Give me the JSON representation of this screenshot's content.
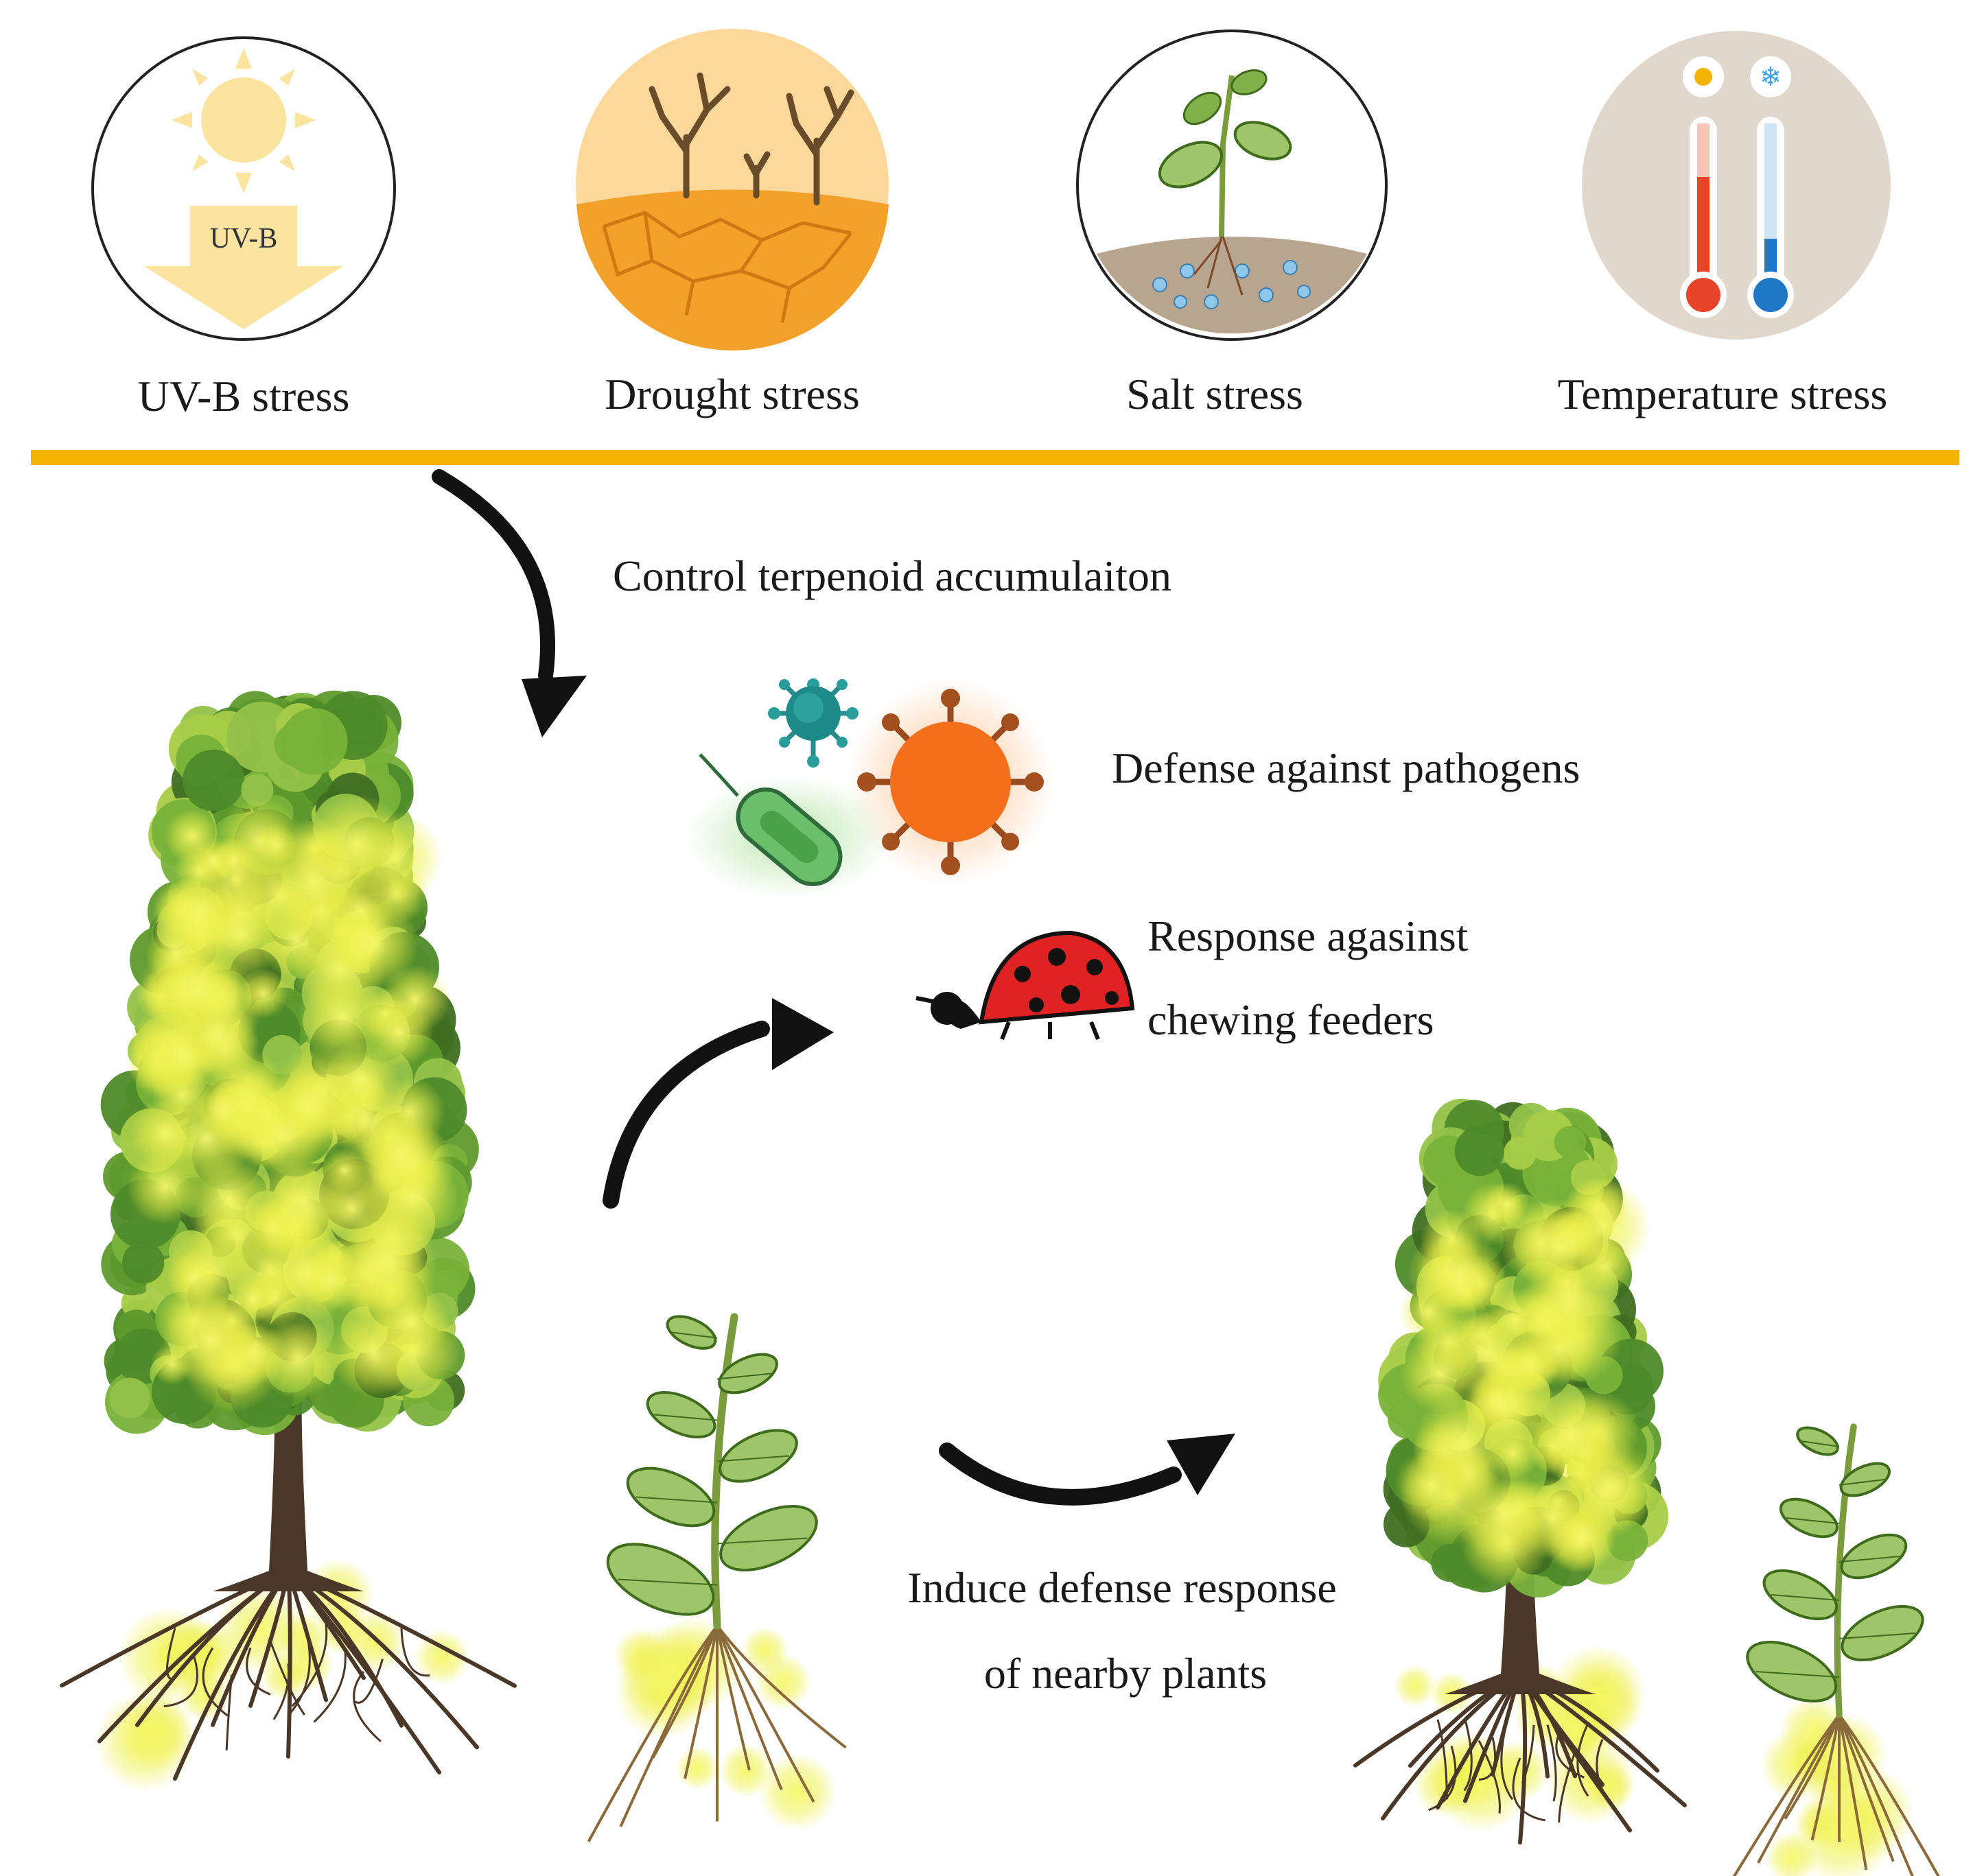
{
  "stresses": [
    {
      "label": "UV-B stress",
      "badge": "UV-B",
      "icon": "sun-uvb-icon"
    },
    {
      "label": "Drought stress",
      "icon": "drought-icon"
    },
    {
      "label": "Salt stress",
      "icon": "salt-soil-icon"
    },
    {
      "label": "Temperature stress",
      "icon": "thermometer-icon"
    }
  ],
  "flow": {
    "control": "Control terpenoid accumulaiton",
    "pathogens": "Defense against pathogens",
    "feeders_line1": "Response agasinst",
    "feeders_line2": "chewing feeders",
    "nearby_line1": "Induce defense response",
    "nearby_line2": "of nearby plants"
  },
  "colors": {
    "divider": "#f4b400",
    "sun": "#fbe3a0",
    "drought_sky": "#fcd89a",
    "drought_soil": "#f3a12a",
    "salt_soil": "#b7a58f",
    "thermo_bg": "#e2d7cc",
    "hot": "#e8442a",
    "cold": "#1f77c8",
    "leaf": "#5f9a2e",
    "trunk": "#4a3727",
    "glow": "#f2f25a"
  }
}
